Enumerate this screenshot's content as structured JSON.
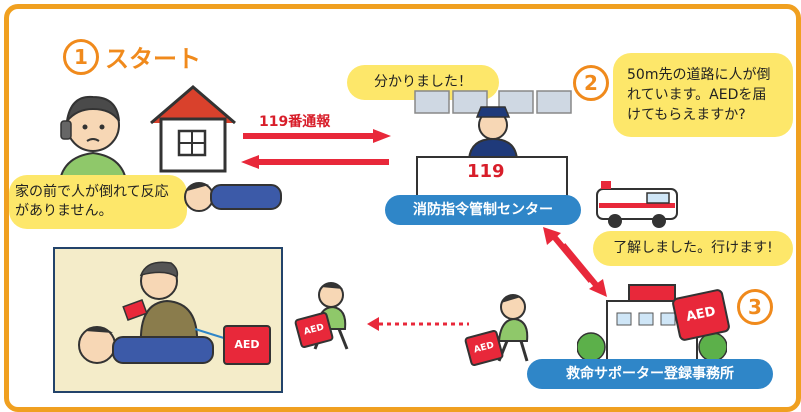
{
  "step1": {
    "number": "1",
    "title": "スタート",
    "caller_speech": "家の前で人が倒れて反応がありません。"
  },
  "report_label": "119番通報",
  "dispatch": {
    "desk_number": "119",
    "officer_speech": "分かりました！",
    "center_label": "消防指令管制センター"
  },
  "step2": {
    "number": "2",
    "request_speech": "50m先の道路に人が倒れています。AEDを届けてもらえますか?"
  },
  "step3": {
    "number": "3",
    "reply_speech": "了解しました。行けます!",
    "office_label": "救命サポーター登録事務所"
  },
  "aed_label": "AED",
  "colors": {
    "frame": "#f0a020",
    "accent": "#f08a1c",
    "bubble": "#fde76a",
    "pill": "#2f86c8",
    "arrow": "#e8283a"
  }
}
